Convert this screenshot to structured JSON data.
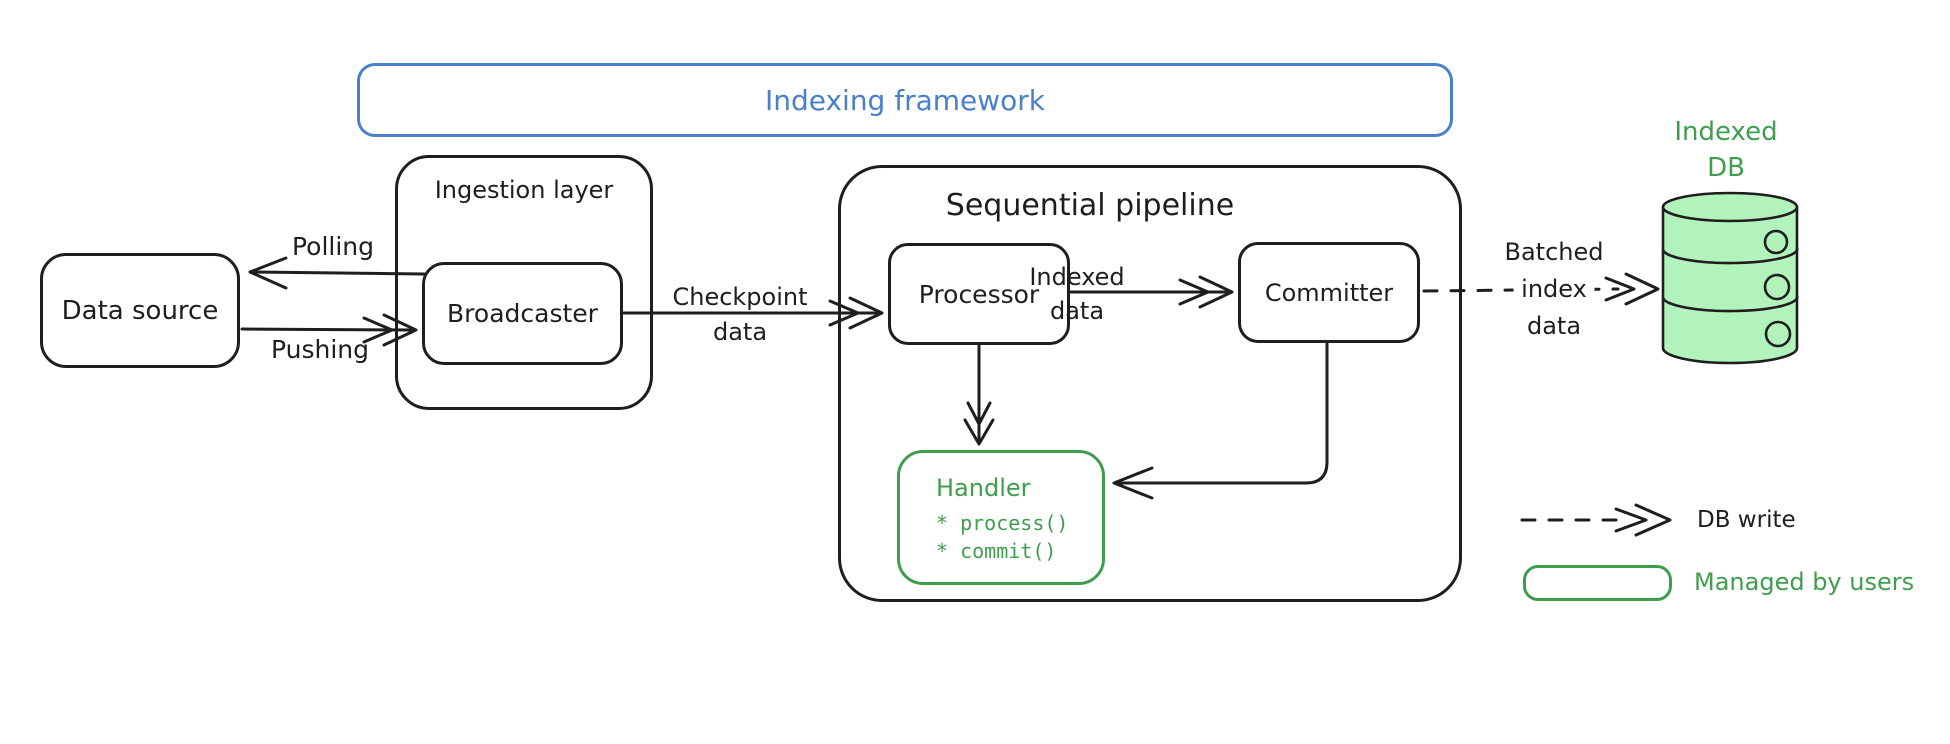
{
  "colors": {
    "ink": "#1e1e1e",
    "blue": "#4a80c9",
    "green": "#3f9e4e",
    "green_fill": "#b2f2bb",
    "background": "#ffffff"
  },
  "framework": {
    "label": "Indexing framework"
  },
  "nodes": {
    "data_source": {
      "label": "Data source"
    },
    "ingestion_layer": {
      "label": "Ingestion layer"
    },
    "broadcaster": {
      "label": "Broadcaster"
    },
    "sequential_pipeline": {
      "label": "Sequential pipeline"
    },
    "processor": {
      "label": "Processor"
    },
    "committer": {
      "label": "Committer"
    },
    "handler": {
      "label": "Handler",
      "methods": [
        "* process()",
        "* commit()"
      ]
    },
    "indexed_db": {
      "label_line1": "Indexed",
      "label_line2": "DB"
    }
  },
  "edges": {
    "polling": {
      "label": "Polling"
    },
    "pushing": {
      "label": "Pushing"
    },
    "checkpoint_data": {
      "label_line1": "Checkpoint",
      "label_line2": "data"
    },
    "indexed_data": {
      "label_line1": "Indexed",
      "label_line2": "data"
    },
    "batched_index_data": {
      "label_line1": "Batched",
      "label_line2": "index",
      "label_line3": "data"
    }
  },
  "legend": {
    "db_write": {
      "label": "DB write"
    },
    "managed_by_users": {
      "label": "Managed by users"
    }
  }
}
